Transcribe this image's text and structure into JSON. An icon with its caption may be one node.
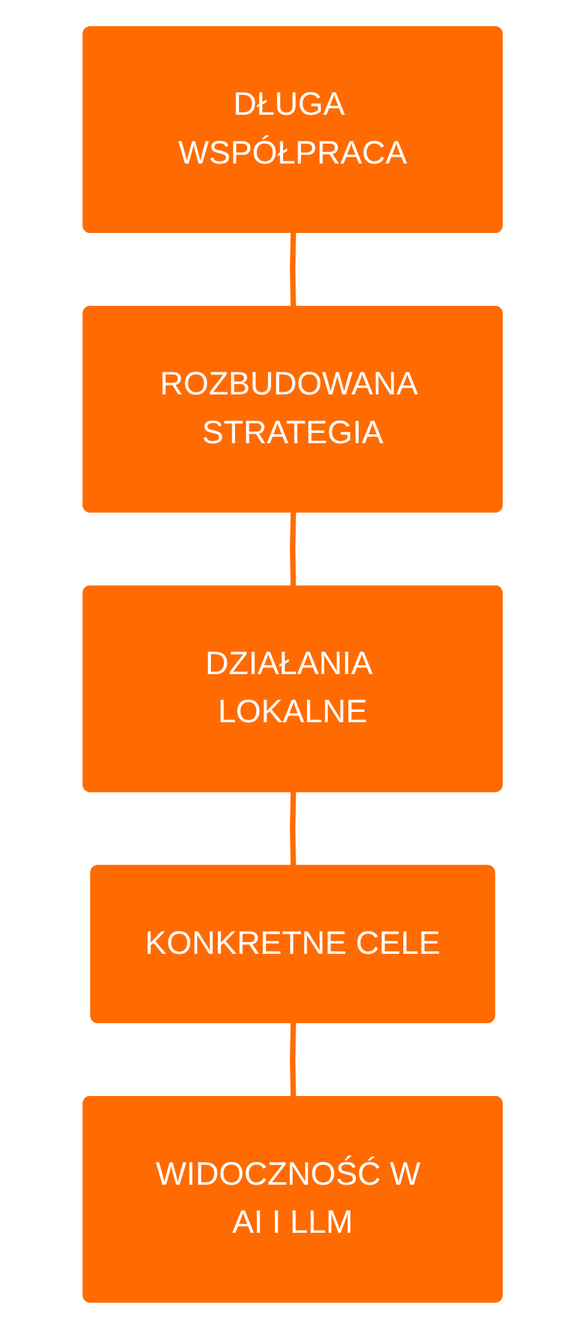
{
  "diagram": {
    "nodes": [
      {
        "text": [
          "DŁUGA WSPÓŁPRACA"
        ]
      },
      {
        "text": [
          "ROZBUDOWANA STRATEGIA"
        ]
      },
      {
        "text": [
          "DZIAŁANIA LOKALNE"
        ]
      },
      {
        "text": [
          "KONKRETNE CELE"
        ]
      },
      {
        "text": [
          "WIDOCZNOŚĆ W AI I LLM"
        ]
      }
    ],
    "edges": [
      {
        "from": 0,
        "to": 1,
        "arrow": "none"
      },
      {
        "from": 1,
        "to": 2,
        "arrow": "none"
      },
      {
        "from": 2,
        "to": 3,
        "arrow": "none"
      },
      {
        "from": 3,
        "to": 4,
        "arrow": "none"
      }
    ]
  }
}
